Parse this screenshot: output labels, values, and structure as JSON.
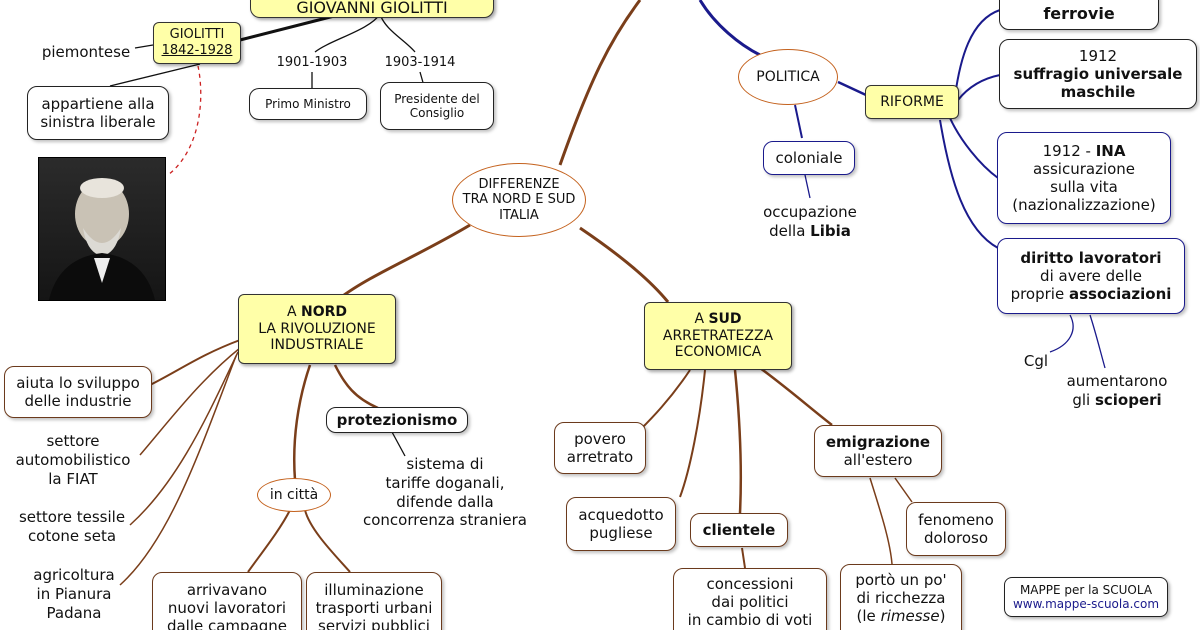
{
  "colors": {
    "brown": "#6b3a1c",
    "orange": "#c4621e",
    "blue": "#1a1a8c",
    "yellow": "#ffffa8",
    "red_dashed": "#cc2222"
  },
  "title": "GIOVANNI GIOLITTI",
  "giolitti": {
    "name": "GIOLITTI",
    "years": "1842-1928"
  },
  "piemontese": "piemontese",
  "sinistra": {
    "line1": "appartiene alla",
    "line2": "sinistra liberale"
  },
  "years": {
    "y1": "1901-1903",
    "y2": "1903-1914"
  },
  "primo_ministro": "Primo Ministro",
  "presidente": {
    "line1": "Presidente del",
    "line2": "Consiglio"
  },
  "differenze": {
    "line1": "DIFFERENZE",
    "line2": "TRA NORD E SUD",
    "line3": "ITALIA"
  },
  "nord": {
    "line1a": "A ",
    "line1b": "NORD",
    "line2": "LA RIVOLUZIONE",
    "line3": "INDUSTRIALE"
  },
  "sud": {
    "line1a": "A ",
    "line1b": "SUD",
    "line2": "ARRETRATEZZA",
    "line3": "ECONOMICA"
  },
  "aiuta": {
    "line1": "aiuta lo sviluppo",
    "line2": "delle industrie"
  },
  "fiat": {
    "line1": "settore",
    "line2": "automobilistico",
    "line3": "la FIAT"
  },
  "tessile": {
    "line1": "settore tessile",
    "line2": "cotone seta"
  },
  "agricoltura": {
    "line1": "agricoltura",
    "line2": "in Pianura",
    "line3": "Padana"
  },
  "in_citta": "in città",
  "protezionismo": "protezionismo",
  "sistema": {
    "line1": "sistema di",
    "line2": "tariffe doganali,",
    "line3": "difende dalla",
    "line4": "concorrenza straniera"
  },
  "arrivavano": {
    "line1": "arrivavano",
    "line2": "nuovi lavoratori",
    "line3": "dalle campagne"
  },
  "illuminazione": {
    "line1": "illuminazione",
    "line2": "trasporti urbani",
    "line3": "servizi pubblici"
  },
  "povero": {
    "line1": "povero",
    "line2": "arretrato"
  },
  "acquedotto": {
    "line1": "acquedotto",
    "line2": "pugliese"
  },
  "clientele": "clientele",
  "concessioni": {
    "line1": "concessioni",
    "line2": "dai politici",
    "line3": "in cambio di voti"
  },
  "emigrazione": {
    "line1": "emigrazione",
    "line2": "all'estero"
  },
  "fenomeno": {
    "line1": "fenomeno",
    "line2": "doloroso"
  },
  "porto": {
    "line1": "portò un po'",
    "line2": "di ricchezza",
    "line3a": "(le ",
    "line3b": "rimesse",
    "line3c": ")"
  },
  "politica": "POLITICA",
  "coloniale": "coloniale",
  "occupazione": {
    "line1": "occupazione",
    "line2a": "della ",
    "line2b": "Libia"
  },
  "riforme": "RIFORME",
  "ferrovie": "ferrovie",
  "suffragio": {
    "line1": "1912",
    "line2": "suffragio universale",
    "line3": "maschile"
  },
  "ina": {
    "line1a": "1912 - ",
    "line1b": "INA",
    "line2": "assicurazione",
    "line3": "sulla vita",
    "line4": "(nazionalizzazione)"
  },
  "diritto": {
    "line1": "diritto lavoratori",
    "line2": "di avere delle",
    "line3a": "proprie ",
    "line3b": "associazioni"
  },
  "cgl": "Cgl",
  "aumentarono": {
    "line1": "aumentarono",
    "line2a": "gli ",
    "line2b": "scioperi"
  },
  "watermark": {
    "line1": "MAPPE per la SCUOLA",
    "line2": "www.mappe-scuola.com"
  }
}
